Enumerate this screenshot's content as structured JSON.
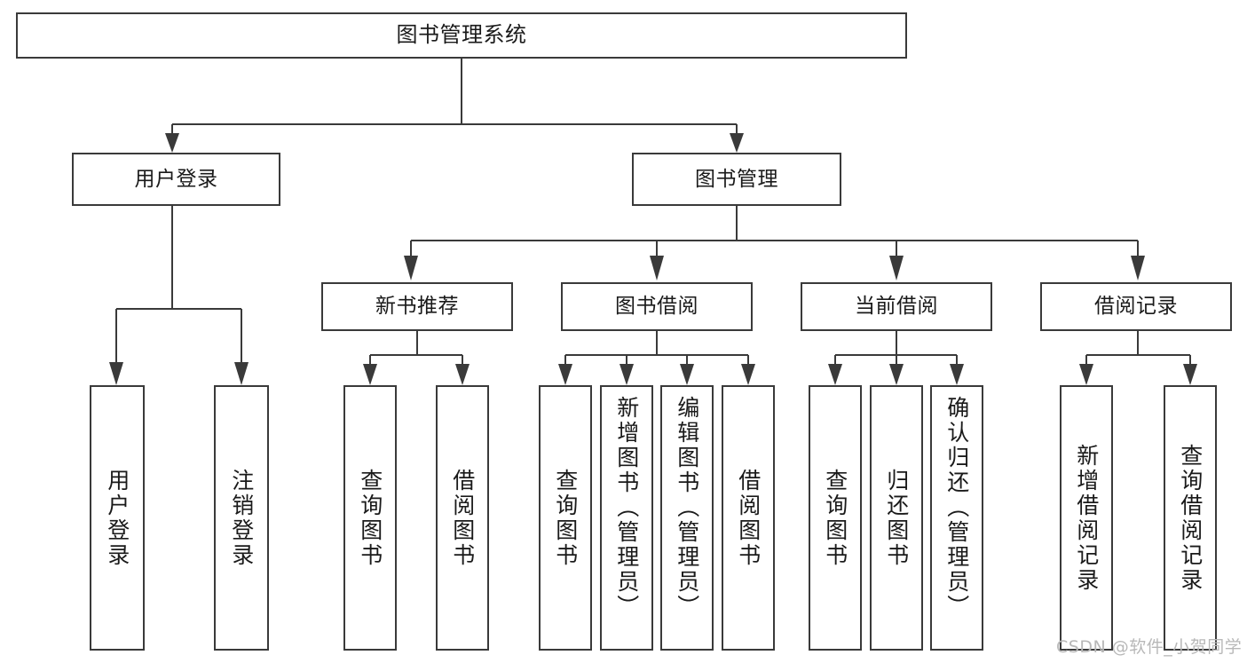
{
  "diagram": {
    "title": "图书管理系统",
    "type": "tree",
    "root": {
      "id": "root",
      "label": "图书管理系统"
    },
    "level2": [
      {
        "id": "user-login",
        "label": "用户登录"
      },
      {
        "id": "book-manage",
        "label": "图书管理"
      }
    ],
    "level3": [
      {
        "id": "new-book-recommend",
        "label": "新书推荐",
        "parent": "book-manage"
      },
      {
        "id": "book-borrow",
        "label": "图书借阅",
        "parent": "book-manage"
      },
      {
        "id": "current-borrow",
        "label": "当前借阅",
        "parent": "book-manage"
      },
      {
        "id": "borrow-record",
        "label": "借阅记录",
        "parent": "book-manage"
      }
    ],
    "leaves": [
      {
        "id": "leaf-user-login",
        "label": "用户登录",
        "parent": "user-login"
      },
      {
        "id": "leaf-user-logout",
        "label": "注销登录",
        "parent": "user-login"
      },
      {
        "id": "leaf-query-book-1",
        "label": "查询图书",
        "parent": "new-book-recommend"
      },
      {
        "id": "leaf-borrow-book-1",
        "label": "借阅图书",
        "parent": "new-book-recommend"
      },
      {
        "id": "leaf-query-book-2",
        "label": "查询图书",
        "parent": "book-borrow"
      },
      {
        "id": "leaf-add-book",
        "label": "新增图书（管理员）",
        "parent": "book-borrow"
      },
      {
        "id": "leaf-edit-book",
        "label": "编辑图书（管理员）",
        "parent": "book-borrow"
      },
      {
        "id": "leaf-borrow-book-2",
        "label": "借阅图书",
        "parent": "book-borrow"
      },
      {
        "id": "leaf-query-book-3",
        "label": "查询图书",
        "parent": "current-borrow"
      },
      {
        "id": "leaf-return-book",
        "label": "归还图书",
        "parent": "current-borrow"
      },
      {
        "id": "leaf-confirm-return",
        "label": "确认归还（管理员）",
        "parent": "current-borrow"
      },
      {
        "id": "leaf-add-record",
        "label": "新增借阅记录",
        "parent": "borrow-record"
      },
      {
        "id": "leaf-query-record",
        "label": "查询借阅记录",
        "parent": "borrow-record"
      }
    ]
  },
  "watermark": {
    "text": "CSDN @软件_小贺同学"
  },
  "colors": {
    "stroke": "#3a3a3a",
    "text": "#1a1a1a",
    "background": "#ffffff",
    "watermark": "#b8b8b8"
  }
}
